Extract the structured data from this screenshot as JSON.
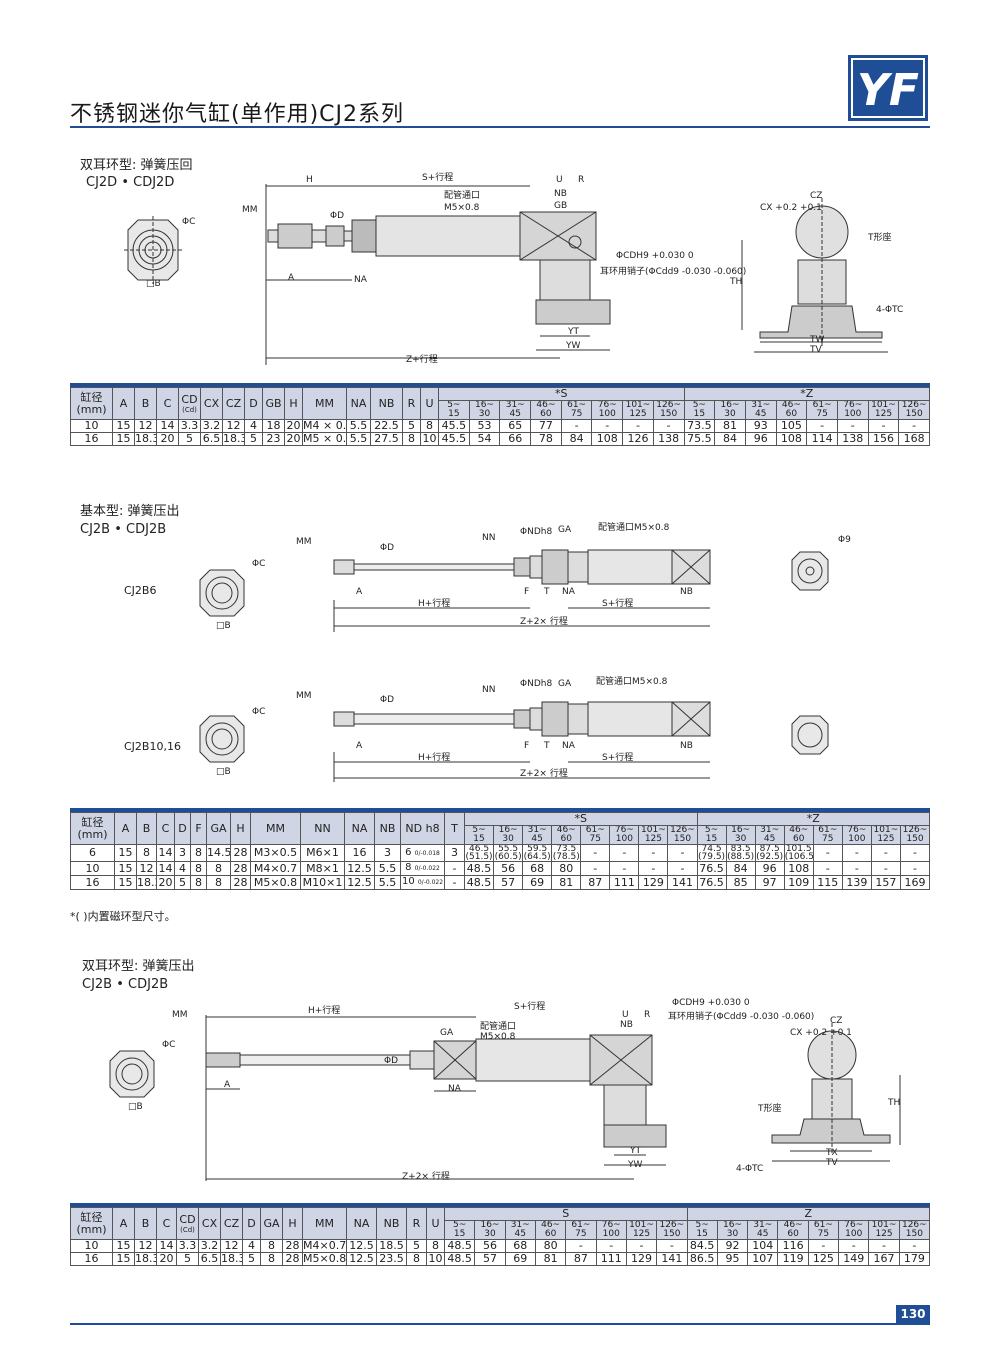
{
  "header": {
    "title": "不锈钢迷你气缸(单作用)CJ2系列",
    "logo_text": "YF",
    "brand_color": "#1f4e96"
  },
  "section1": {
    "heading": "双耳环型: 弹簧压回",
    "model": "CJ2D • CDJ2D",
    "labels": {
      "H": "H",
      "S_stroke": "S+行程",
      "U": "U",
      "R": "R",
      "NB": "NB",
      "GB": "GB",
      "port": "配管通口",
      "port_size": "M5×0.8",
      "MM": "MM",
      "phiD": "ΦD",
      "phiC": "ΦC",
      "A": "A",
      "NA": "NA",
      "sqB": "□B",
      "Z_stroke": "Z+行程",
      "YT": "YT",
      "YW": "YW",
      "phiCD": "ΦCDH9 +0.030 0",
      "pin": "耳环用销子(ΦCdd9 -0.030 -0.060)",
      "CX": "CX +0.2 +0.1",
      "CZ": "CZ",
      "T_seat": "T形座",
      "TH": "TH",
      "four_TC": "4-ΦTC",
      "TW": "TW",
      "TV": "TV"
    },
    "table": {
      "h1": [
        "缸径\n(mm)",
        "A",
        "B",
        "C",
        "CD",
        "CX",
        "CZ",
        "D",
        "GB",
        "H",
        "MM",
        "NA",
        "NB",
        "R",
        "U",
        "*S",
        "*Z"
      ],
      "cd_sub": "(Cd)",
      "ranges": [
        "5~ 15",
        "16~ 30",
        "31~ 45",
        "46~ 60",
        "61~ 75",
        "76~ 100",
        "101~ 125",
        "126~ 150"
      ],
      "rows": [
        [
          "10",
          "15",
          "12",
          "14",
          "3.3",
          "3.2",
          "12",
          "4",
          "18",
          "20",
          "M4 × 0.7",
          "5.5",
          "22.5",
          "5",
          "8",
          "45.5",
          "53",
          "65",
          "77",
          "-",
          "-",
          "-",
          "-",
          "73.5",
          "81",
          "93",
          "105",
          "-",
          "-",
          "-",
          "-"
        ],
        [
          "16",
          "15",
          "18.3",
          "20",
          "5",
          "6.5",
          "18.3",
          "5",
          "23",
          "20",
          "M5 × 0.8",
          "5.5",
          "27.5",
          "8",
          "10",
          "45.5",
          "54",
          "66",
          "78",
          "84",
          "108",
          "126",
          "138",
          "75.5",
          "84",
          "96",
          "108",
          "114",
          "138",
          "156",
          "168"
        ]
      ]
    }
  },
  "section2": {
    "heading": "基本型: 弹簧压出",
    "model": "CJ2B • CDJ2B",
    "variant1": "CJ2B6",
    "variant2": "CJ2B10,16",
    "labels": {
      "MM": "MM",
      "phiD": "ΦD",
      "NN": "NN",
      "phiNDh8": "ΦNDh8",
      "GA": "GA",
      "port": "配管通口M5×0.8",
      "phiC": "ΦC",
      "phi9": "Φ9",
      "A": "A",
      "F": "F",
      "T": "T",
      "NA": "NA",
      "NB": "NB",
      "H_stroke": "H+行程",
      "S_stroke": "S+行程",
      "Z2_stroke": "Z+2× 行程",
      "sqB": "□B"
    },
    "table": {
      "h1": [
        "缸径\n(mm)",
        "A",
        "B",
        "C",
        "D",
        "F",
        "GA",
        "H",
        "MM",
        "NN",
        "NA",
        "NB",
        "ND h8",
        "T",
        "*S",
        "*Z"
      ],
      "ranges": [
        "5~ 15",
        "16~ 30",
        "31~ 45",
        "46~ 60",
        "61~ 75",
        "76~ 100",
        "101~ 125",
        "126~ 150"
      ],
      "rows": [
        [
          "6",
          "15",
          "8",
          "14",
          "3",
          "8",
          "14.5",
          "28",
          "M3×0.5",
          "M6×1",
          "16",
          "3",
          "6 0 -0.018",
          "3",
          "46.5 (51.5)",
          "55.5 (60.5)",
          "59.5 (64.5)",
          "73.5 (78.5)",
          "-",
          "-",
          "-",
          "-",
          "74.5 (79.5)",
          "83.5 (88.5)",
          "87.5 (92.5)",
          "101.5 (106.5)",
          "-",
          "-",
          "-",
          "-"
        ],
        [
          "10",
          "15",
          "12",
          "14",
          "4",
          "8",
          "8",
          "28",
          "M4×0.7",
          "M8×1",
          "12.5",
          "5.5",
          "8 0 -0.022",
          "-",
          "48.5",
          "56",
          "68",
          "80",
          "-",
          "-",
          "-",
          "-",
          "76.5",
          "84",
          "96",
          "108",
          "-",
          "-",
          "-",
          "-"
        ],
        [
          "16",
          "15",
          "18.3",
          "20",
          "5",
          "8",
          "8",
          "28",
          "M5×0.8",
          "M10×1",
          "12.5",
          "5.5",
          "10 0 -0.022",
          "-",
          "48.5",
          "57",
          "69",
          "81",
          "87",
          "111",
          "129",
          "141",
          "76.5",
          "85",
          "97",
          "109",
          "115",
          "139",
          "157",
          "169"
        ]
      ]
    },
    "footnote": "*( )内置磁环型尺寸。"
  },
  "section3": {
    "heading": "双耳环型: 弹簧压出",
    "model": "CJ2B • CDJ2B",
    "labels": {
      "MM": "MM",
      "H_stroke": "H+行程",
      "S_stroke": "S+行程",
      "U": "U",
      "R": "R",
      "NB": "NB",
      "GA": "GA",
      "port": "配管通口",
      "port_size": "M5×0.8",
      "phiD": "ΦD",
      "phiC": "ΦC",
      "A": "A",
      "NA": "NA",
      "sqB": "□B",
      "Z2_stroke": "Z+2× 行程",
      "YT": "YT",
      "YW": "YW",
      "phiCD": "ΦCDH9 +0.030 0",
      "pin": "耳环用销子(ΦCdd9 -0.030 -0.060)",
      "CX": "CX +0.2 +0.1",
      "CZ": "CZ",
      "T_seat": "T形座",
      "TH": "TH",
      "four_TC": "4-ΦTC",
      "TX": "TX",
      "TV": "TV"
    },
    "table": {
      "h1": [
        "缸径\n(mm)",
        "A",
        "B",
        "C",
        "CD",
        "CX",
        "CZ",
        "D",
        "GA",
        "H",
        "MM",
        "NA",
        "NB",
        "R",
        "U",
        "S",
        "Z"
      ],
      "cd_sub": "(Cd)",
      "ranges": [
        "5~ 15",
        "16~ 30",
        "31~ 45",
        "46~ 60",
        "61~ 75",
        "76~ 100",
        "101~ 125",
        "126~ 150"
      ],
      "rows": [
        [
          "10",
          "15",
          "12",
          "14",
          "3.3",
          "3.2",
          "12",
          "4",
          "8",
          "28",
          "M4×0.7",
          "12.5",
          "18.5",
          "5",
          "8",
          "48.5",
          "56",
          "68",
          "80",
          "-",
          "-",
          "-",
          "-",
          "84.5",
          "92",
          "104",
          "116",
          "-",
          "-",
          "-",
          "-"
        ],
        [
          "16",
          "15",
          "18.3",
          "20",
          "5",
          "6.5",
          "18.3",
          "5",
          "8",
          "28",
          "M5×0.8",
          "12.5",
          "23.5",
          "8",
          "10",
          "48.5",
          "57",
          "69",
          "81",
          "87",
          "111",
          "129",
          "141",
          "86.5",
          "95",
          "107",
          "119",
          "125",
          "149",
          "167",
          "179"
        ]
      ]
    }
  },
  "footer": {
    "page_number": "130"
  }
}
